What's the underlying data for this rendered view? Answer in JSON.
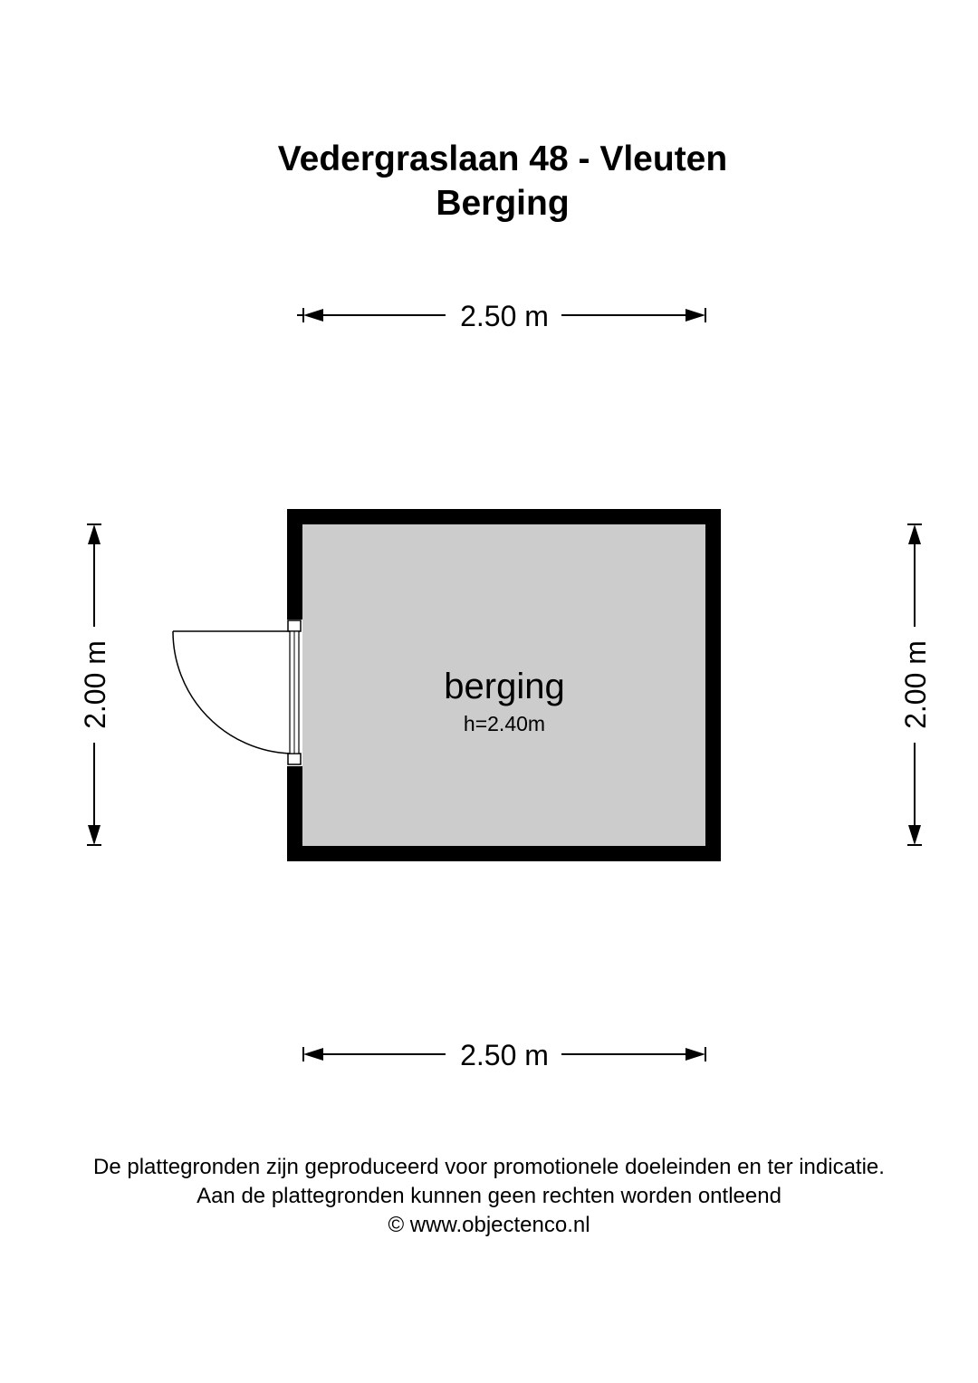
{
  "title": {
    "line1": "Vedergraslaan 48 - Vleuten",
    "line2": "Berging"
  },
  "dimensions": {
    "top_width": "2.50 m",
    "bottom_width": "2.50 m",
    "left_height": "2.00 m",
    "right_height": "2.00 m"
  },
  "room": {
    "name": "berging",
    "height": "h=2.40m",
    "floor_color": "#cccccc",
    "wall_color": "#000000"
  },
  "disclaimer": {
    "line1": "De plattegronden zijn geproduceerd voor promotionele doeleinden en ter indicatie.",
    "line2": "Aan de plattegronden kunnen geen rechten worden ontleend",
    "line3": "© www.objectenco.nl"
  }
}
